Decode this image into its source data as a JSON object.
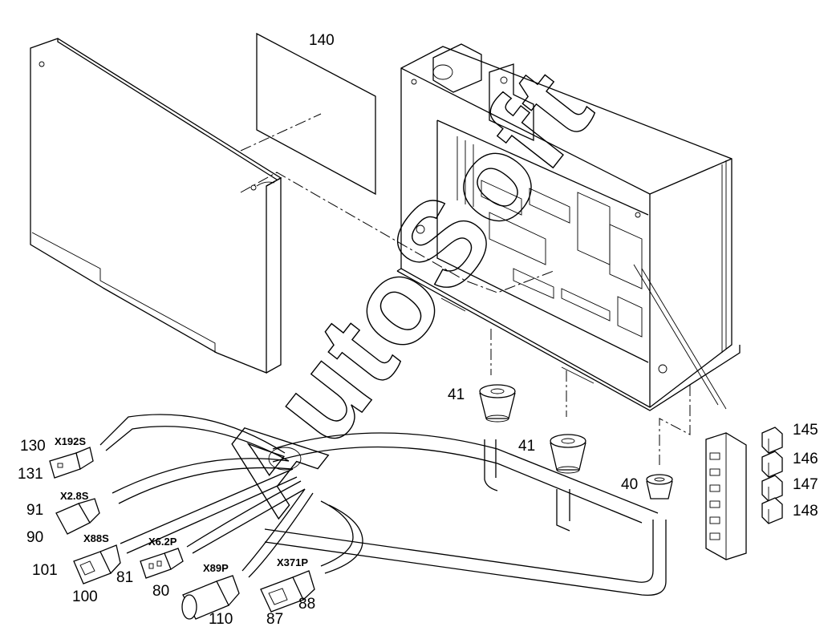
{
  "header_mark": "",
  "watermark": "AutoSoft",
  "callouts": {
    "c140": "140",
    "c41a": "41",
    "c41b": "41",
    "c40": "40",
    "c145": "145",
    "c146": "146",
    "c147": "147",
    "c148": "148",
    "c130": "130",
    "c131": "131",
    "c91": "91",
    "c90": "90",
    "c101": "101",
    "c100": "100",
    "c81": "81",
    "c80": "80",
    "c110": "110",
    "c87": "87",
    "c88": "88"
  },
  "connectors": {
    "x192s": "X192S",
    "x28s": "X2.8S",
    "x88s": "X88S",
    "x62p": "X6.2P",
    "x89p": "X89P",
    "x371p": "X371P"
  }
}
